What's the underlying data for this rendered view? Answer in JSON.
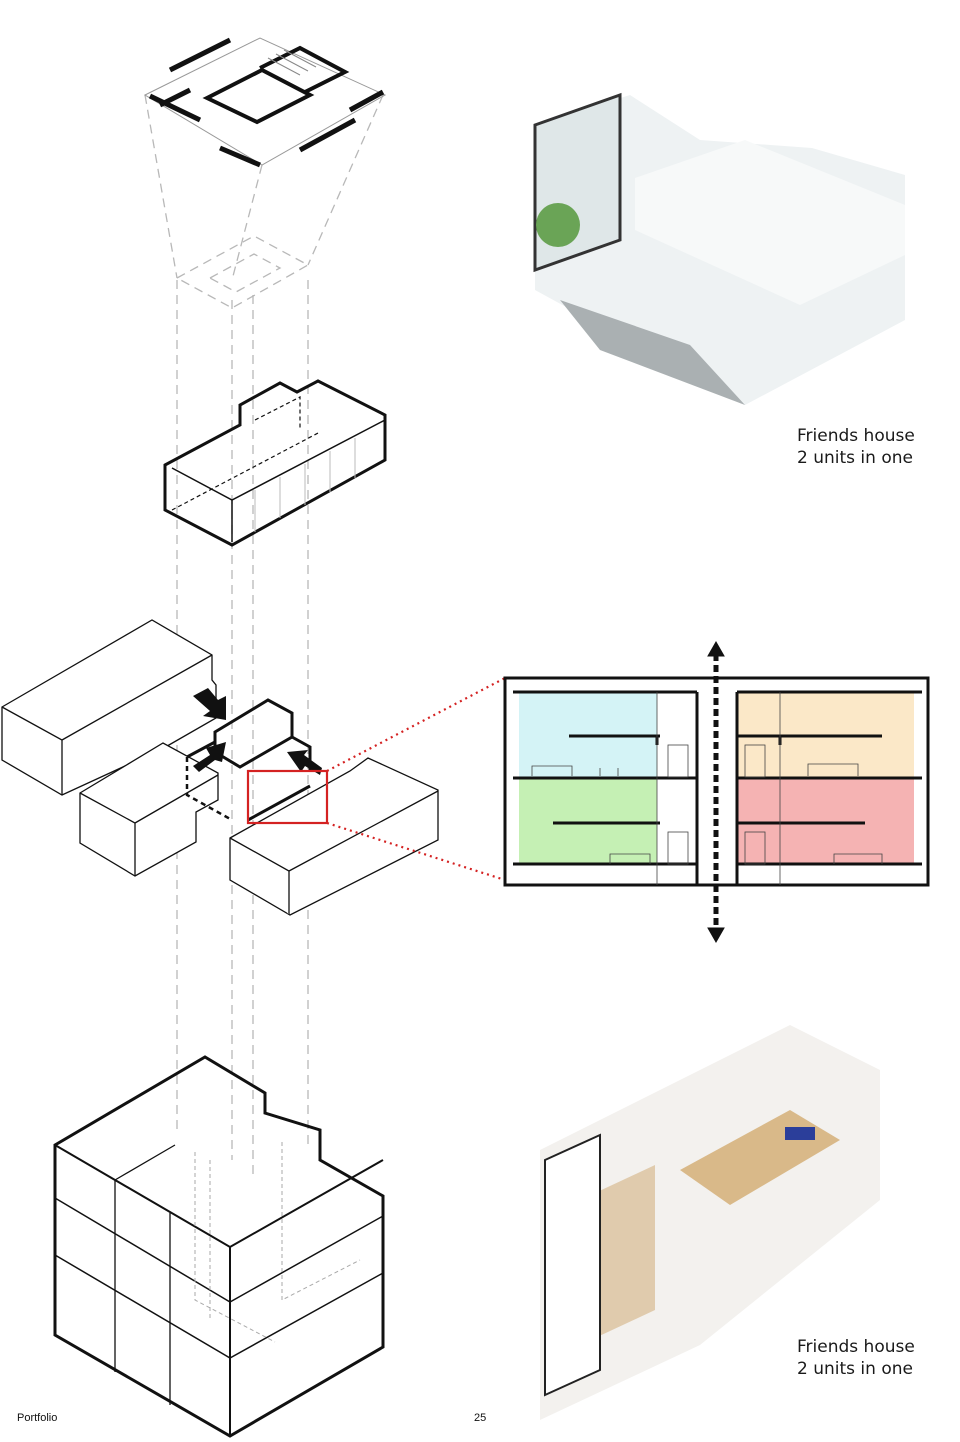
{
  "page": {
    "footer_left": "Portfolio",
    "page_number": "25"
  },
  "captions": [
    {
      "line1": "Friends house",
      "line2": "2 units in one"
    },
    {
      "line1": "Friends house",
      "line2": "2 units in one"
    }
  ],
  "section": {
    "units": [
      {
        "name": "top-left-unit",
        "color": "#d4f3f6"
      },
      {
        "name": "top-right-unit",
        "color": "#fbe8c8"
      },
      {
        "name": "bottom-left-unit",
        "color": "#c5f0b4"
      },
      {
        "name": "bottom-right-unit",
        "color": "#f5b3b3"
      }
    ],
    "highlight_color": "#d42222"
  }
}
